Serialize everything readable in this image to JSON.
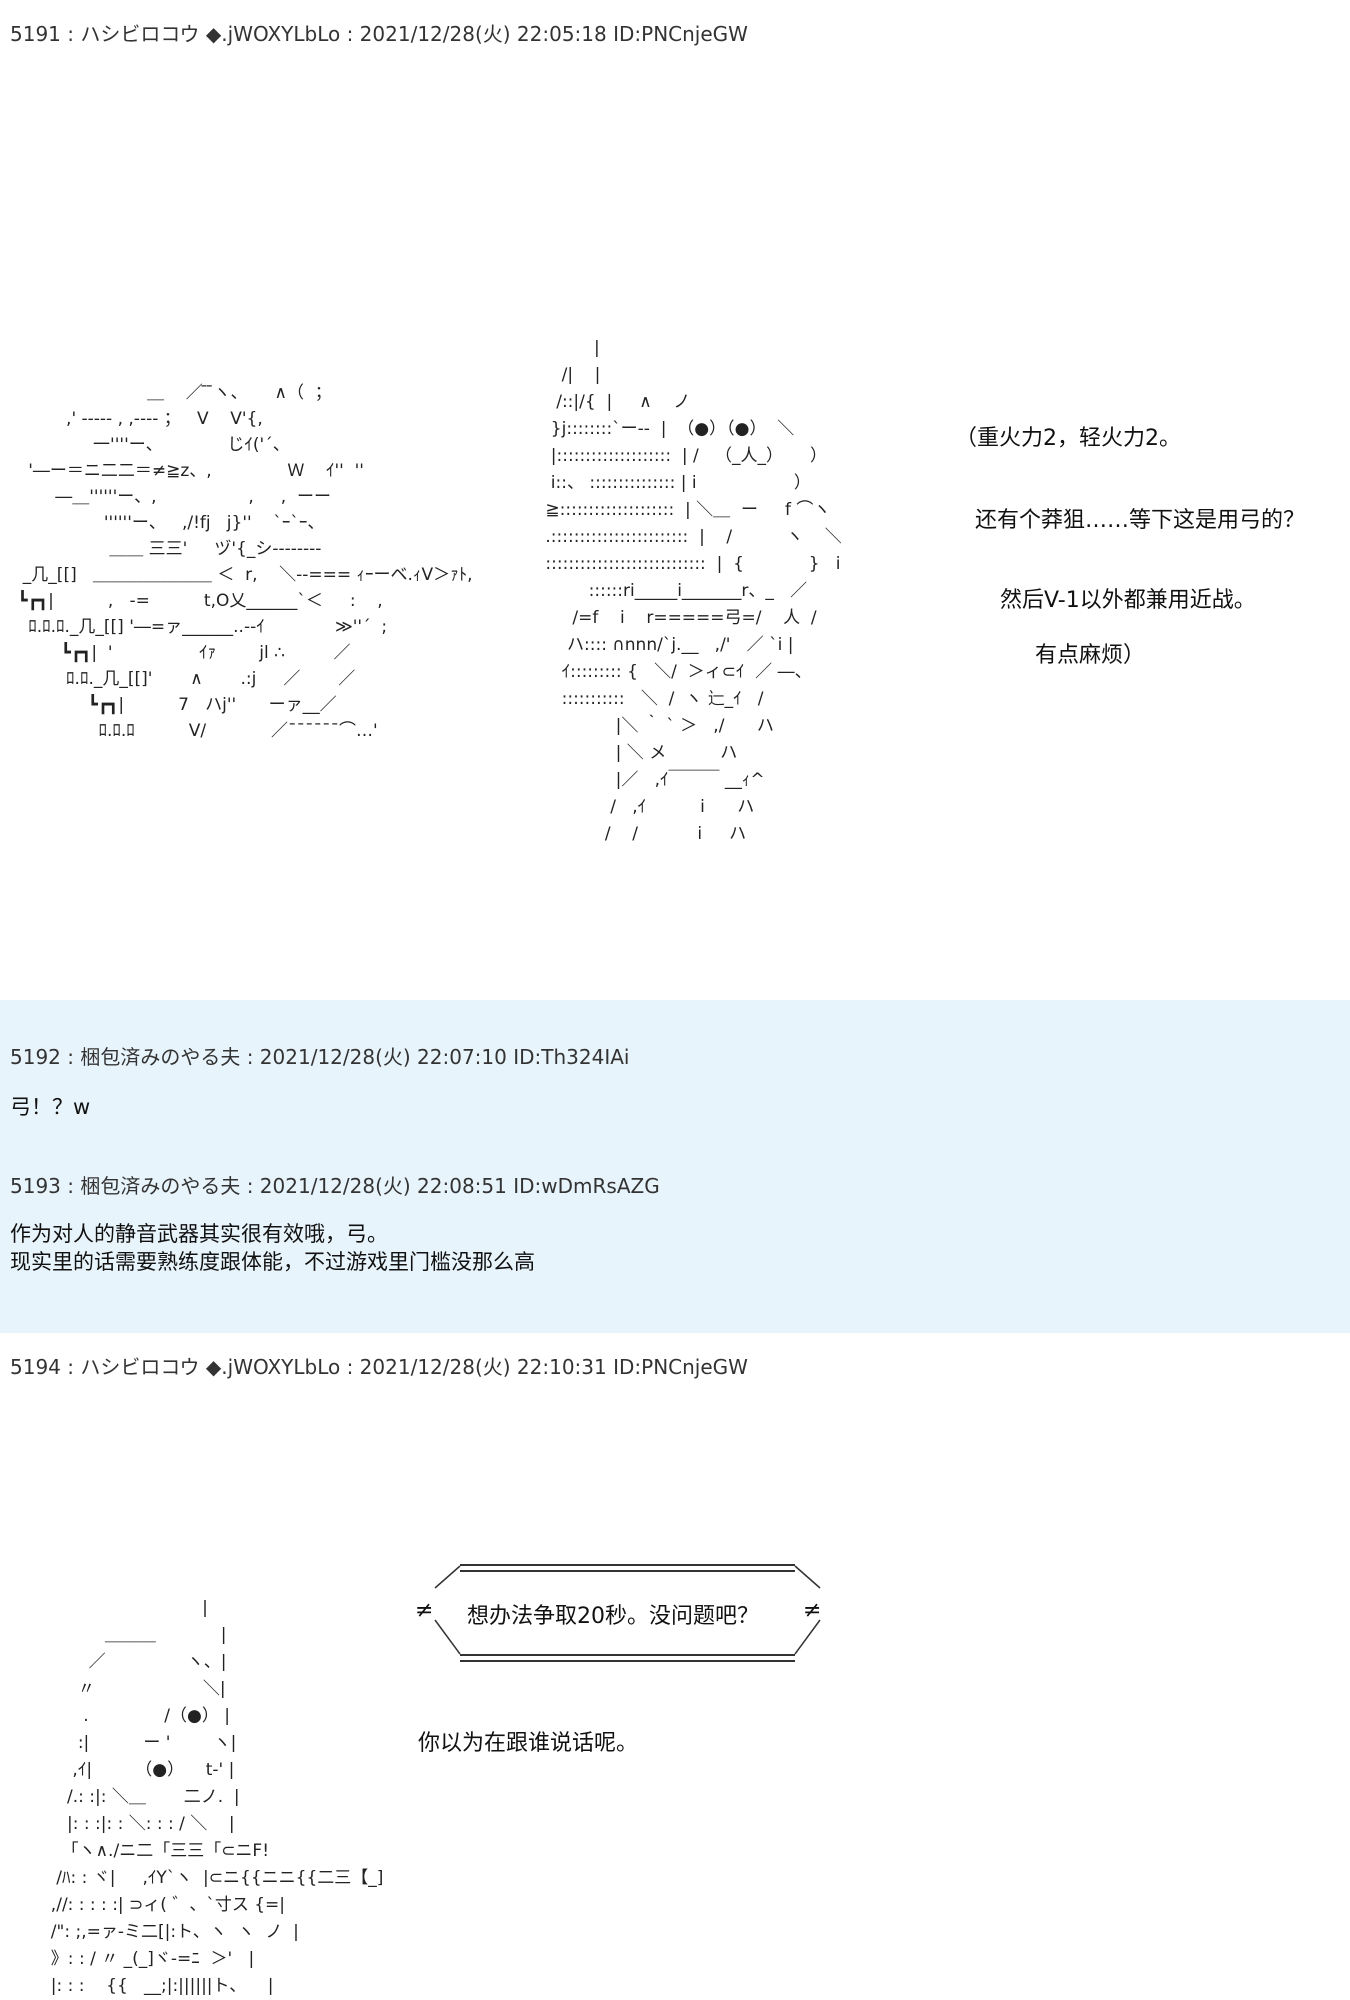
{
  "posts": [
    {
      "header": "5191 : ハシビロコウ ◆.jWOXYLbLo : 2021/12/28(火) 22:05:18 ID:PNCnjeGW",
      "aa_left": "                         ＿    ／ ̄ ̄ヽ、     ∧（  ；\n          ,' ----- , ,---- ；   V    V'{,\n               一''''ー、            じｲ('´、\n   '―ー＝ニ二二＝≠≧z、,              Ｗ    ｲ''  ''\n        ―＿''''''ー、,                 ,     ,  ーー\n                 ''''''ー、   ,/!fj   j}''    `ｰ`ｰ、\n                  ＿＿ 三三'     ヅ'{_シ--------\n  _几_[[]   ＿＿＿＿＿＿＿ ＜  r,    ＼--=== ｨｰーベ.ｨV＞ｧﾄ,\n ┗┏┓|          ,   -=          t,O乂______`＜     :    ,\n   ﾛ.ﾛ.ﾛ._几_[[] '―=ァ______..--ｲ             ≫''´  ;\n         ┗┏┓|  '                ｲｧ        jl ∴         ／\n          ﾛ.ﾛ._几_[[]'       ∧       .:j     ／       ／\n              ┗┏┓|          7   ハj''      ーァ__／\n                ﾛ.ﾛ.ﾛ          V/            ／¯¯¯¯¯¯⌒…'",
      "aa_right": "          |\n    /|    |\n   /::|/{  |     ∧    ノ\n  }j::::::::`ー--  |  （●）（●）  ＼\n  |::::::::::::::::::::  | /   （_人_）     ）\n  i::、 ::::::::::::::: | i                  ）\n ≧::::::::::::::::::::  | ＼＿  ー     f ⌒ヽ\n .::::::::::::::::::::::::  |    /          ヽ    ＼\n ::::::::::::::::::::::::::::  |  {            }   i\n         ::::::ri_____i_______r、_   ／\n      /=f    i    r=====弓=/    人  /\n     ハ:::: ∩nnn/`j.__   ,/'   ／ `i |\n    ｲ::::::::: {   ＼/  ＞ィ⊂ｲ  ／ ―、\n    :::::::::::   ＼  /  ヽ 辷_ｲ   /\n              |＼ ｀ ` ＞   ,/      ハ\n              | ＼ メ          ハ\n              |／   ,ｲ￣￣￣ __ｨ^\n             /   ,ｲ          i      ハ\n            /    /           i     ハ",
      "speeches": [
        "（重火力2，轻火力2。",
        "还有个莽狙……等下这是用弓的？",
        "然后V-1以外都兼用近战。",
        "有点麻烦）"
      ]
    },
    {
      "header": "5192 : 梱包済みのやる夫 : 2021/12/28(火) 22:07:10 ID:Th324IAi",
      "lines": [
        "弓！？w"
      ]
    },
    {
      "header": "5193 : 梱包済みのやる夫 : 2021/12/28(火) 22:08:51 ID:wDmRsAZG",
      "lines": [
        "作为对人的静音武器其实很有效哦，弓。",
        "现实里的话需要熟练度跟体能，不过游戏里门槛没那么高"
      ]
    },
    {
      "header": "5194 : ハシビロコウ ◆.jWOXYLbLo : 2021/12/28(火) 22:10:31 ID:PNCnjeGW",
      "aa": "                              |\n            ＿＿＿            |\n         ／               ヽ、|\n       〃                    ＼|\n        .              /（●） |\n       :|          ー '        ヽ|\n      ,ｲ|        （●）    t-' |\n     /.: :|: ＼＿       二ノ.  |\n     |: : :|: : ＼: : : / ＼    |\n    「ヽ∧./ニ二「三三「⊂ニF!\n   /ﾊ: : ヾ|     ,ｲY`ヽ  |⊂ニ{{ニニ{{二三【_]\n  ,//: : : : :| ⊃ィ( ゛、`寸ス {=|\n  /\": ;,=ァ-ミ二[|:ト、ヽ  ヽ  ノ  |\n  》: : / 〃 _(_]ヾ-=ﾆ  ＞'   |\n  |: : :    {{   __;|:||||||ト、    |",
      "bubble_top": "≠",
      "bubble_text": "想办法争取20秒。没问题吧？",
      "bubble_right": "≠",
      "speech": "你以为在跟谁说话呢。"
    }
  ]
}
